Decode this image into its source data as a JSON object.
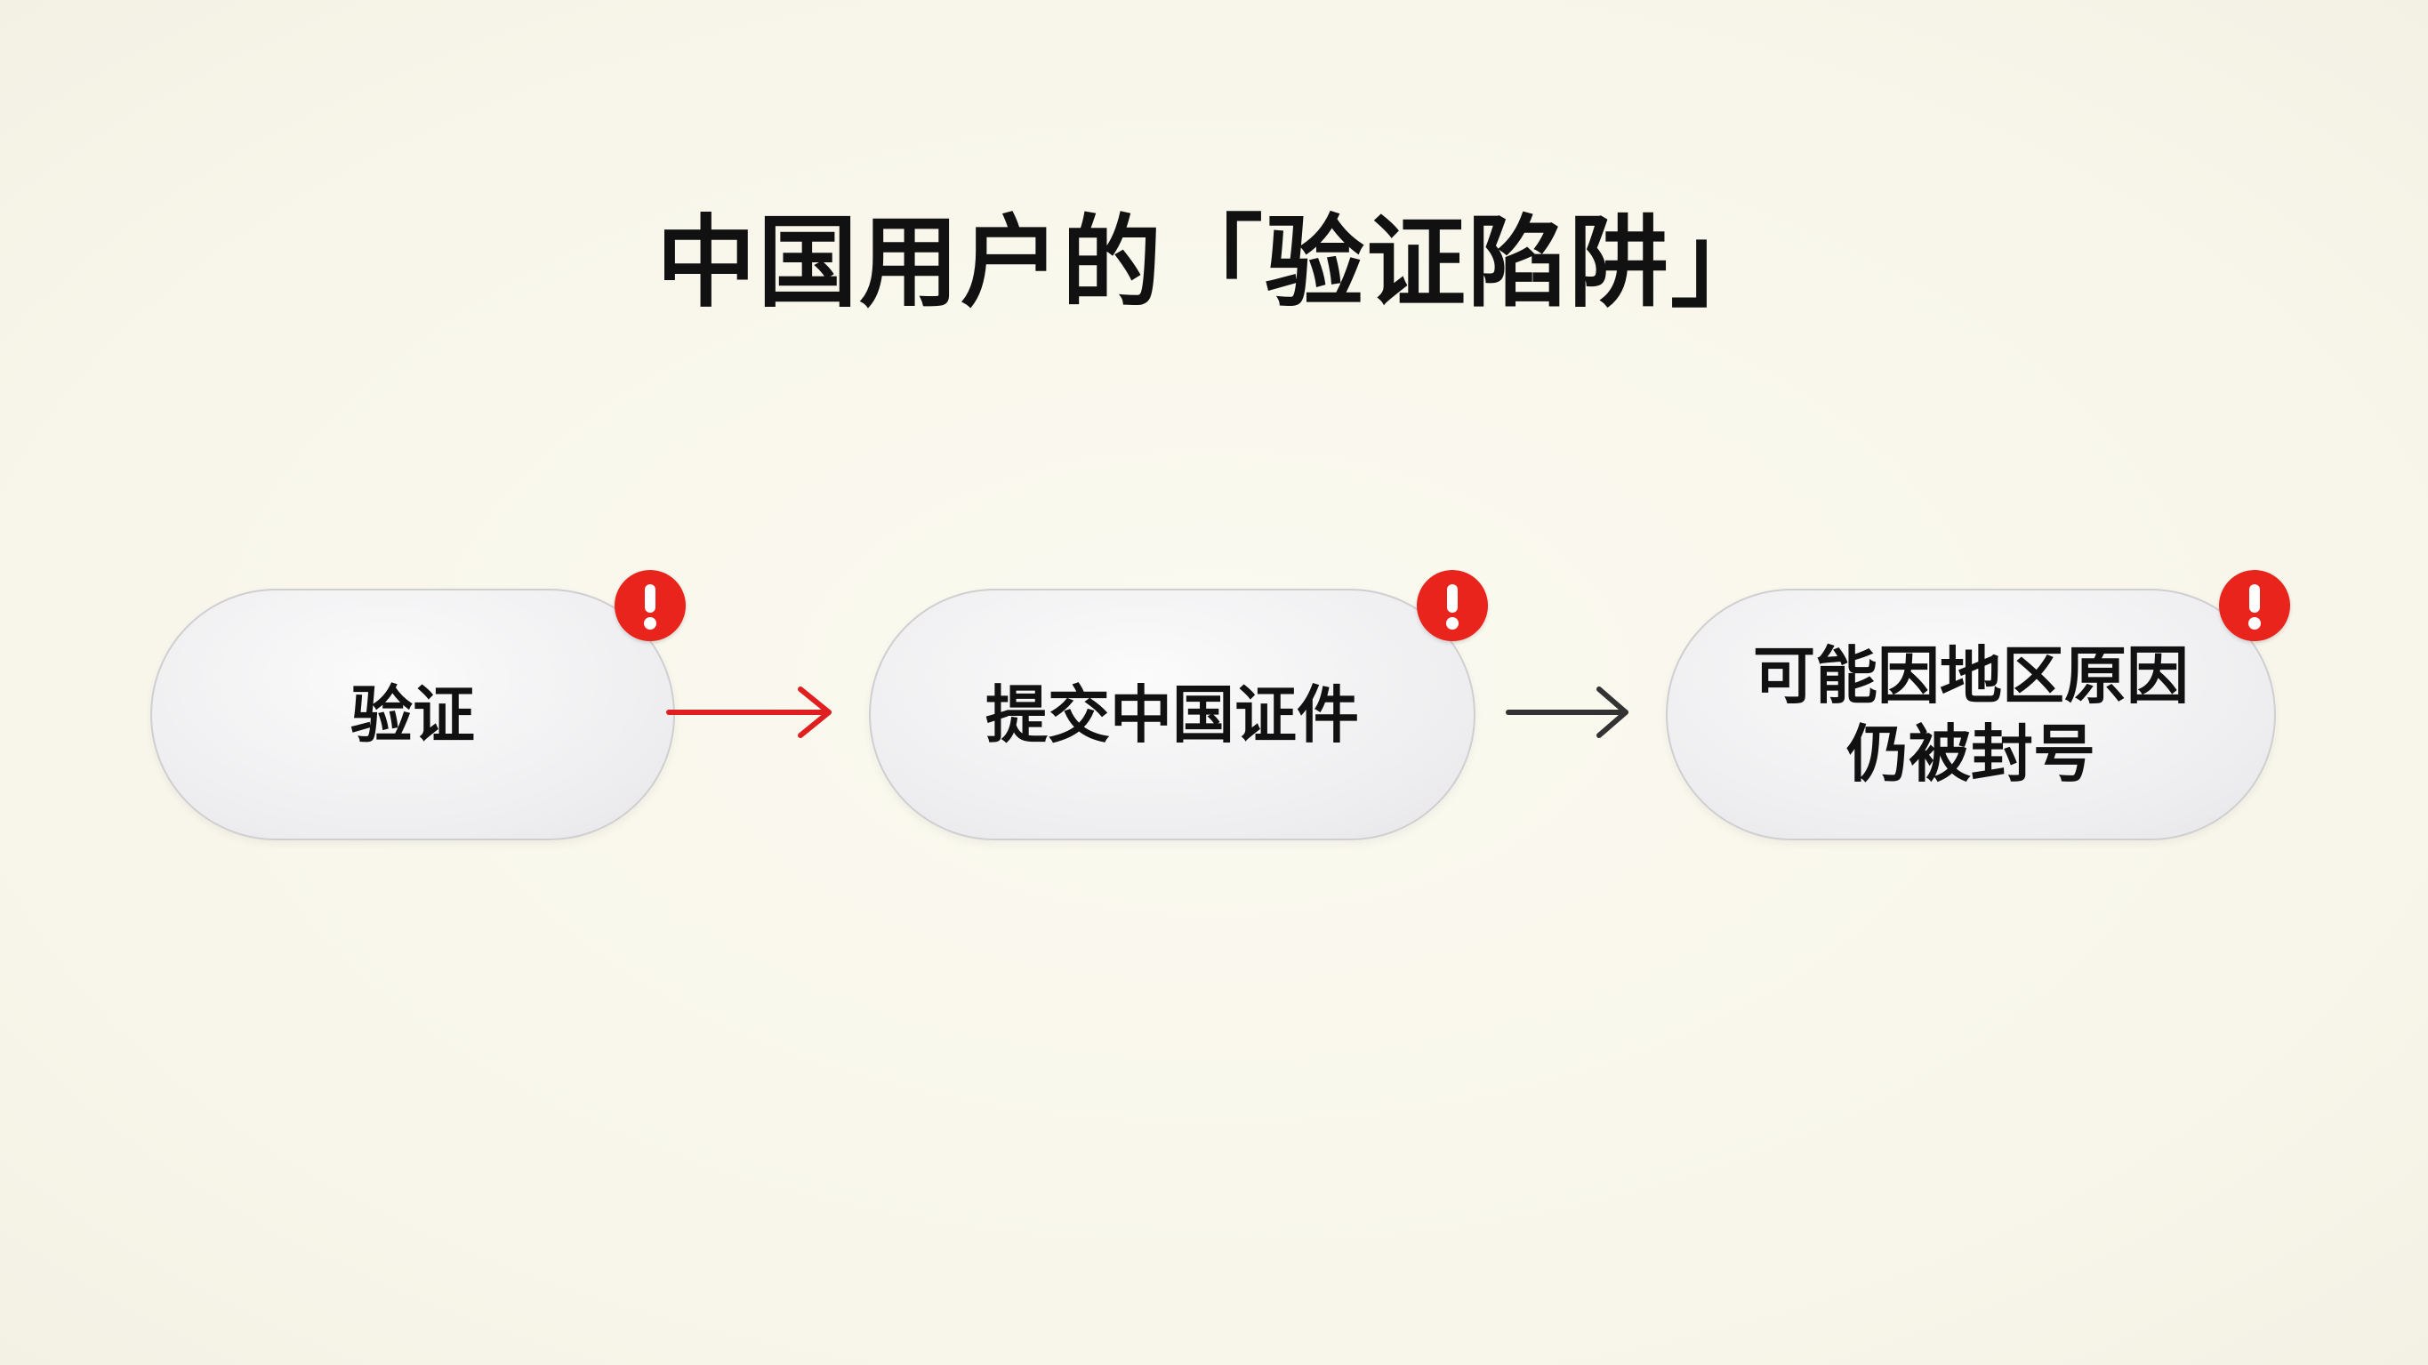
{
  "title": "中国用户的「验证陷阱」",
  "steps": [
    {
      "label": "验证",
      "icon": "warning-icon"
    },
    {
      "label": "提交中国证件",
      "icon": "warning-icon"
    },
    {
      "label": "可能因地区原因\n仍被封号",
      "icon": "warning-icon"
    }
  ],
  "colors": {
    "warning": "#e8241c",
    "arrow_1": "#e02020",
    "arrow_2": "#333333"
  }
}
